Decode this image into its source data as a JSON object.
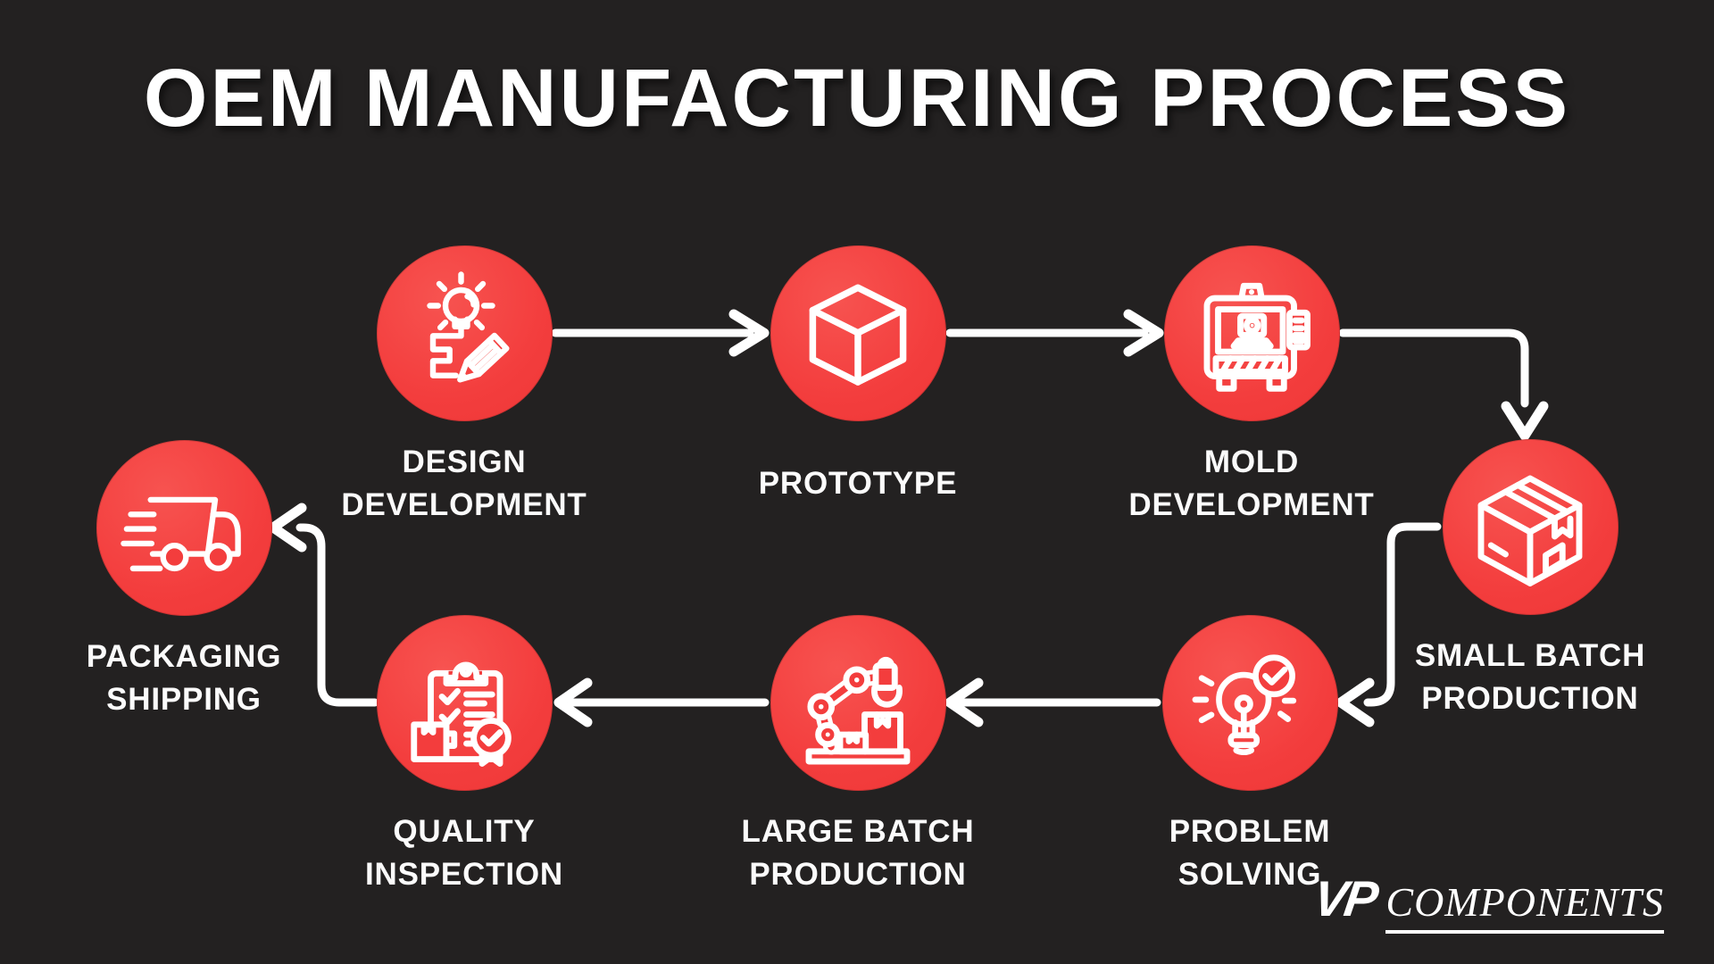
{
  "title": "OEM MANUFACTURING PROCESS",
  "colors": {
    "background": "#232121",
    "step_circle_red": "#F33D3D",
    "text_white": "#FFFFFF"
  },
  "steps": [
    {
      "id": "design-development",
      "label_lines": [
        "DESIGN",
        "DEVELOPMENT"
      ],
      "icon": "lightbulb-pencil-icon"
    },
    {
      "id": "prototype",
      "label_lines": [
        "PROTOTYPE"
      ],
      "icon": "cube-icon"
    },
    {
      "id": "mold-development",
      "label_lines": [
        "MOLD",
        "DEVELOPMENT"
      ],
      "icon": "molding-machine-icon"
    },
    {
      "id": "small-batch-production",
      "label_lines": [
        "SMALL BATCH",
        "PRODUCTION"
      ],
      "icon": "package-box-icon"
    },
    {
      "id": "problem-solving",
      "label_lines": [
        "PROBLEM",
        "SOLVING"
      ],
      "icon": "lightbulb-check-icon"
    },
    {
      "id": "large-batch-production",
      "label_lines": [
        "LARGE BATCH",
        "PRODUCTION"
      ],
      "icon": "robotic-arm-icon"
    },
    {
      "id": "quality-inspection",
      "label_lines": [
        "QUALITY",
        "INSPECTION"
      ],
      "icon": "clipboard-checklist-icon"
    },
    {
      "id": "packaging-shipping",
      "label_lines": [
        "PACKAGING",
        "SHIPPING"
      ],
      "icon": "delivery-truck-icon"
    }
  ],
  "flow_sequence": [
    "design-development",
    "prototype",
    "mold-development",
    "small-batch-production",
    "problem-solving",
    "large-batch-production",
    "quality-inspection",
    "packaging-shipping"
  ],
  "logo": {
    "mark": "VP",
    "name": "COMPONENTS"
  }
}
